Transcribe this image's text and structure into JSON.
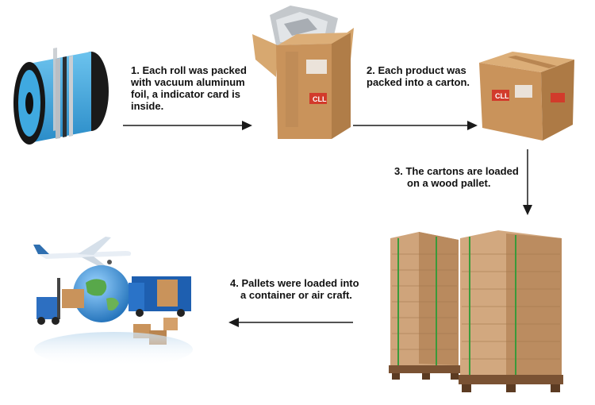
{
  "steps": {
    "s1": {
      "line1": "1. Each roll was packed",
      "line2": "with vacuum aluminum",
      "line3": "foil, a indicator card is",
      "line4": "inside."
    },
    "s2": {
      "line1": "2. Each product was",
      "line2": "packed into a carton."
    },
    "s3": {
      "line1": "3. The cartons are loaded",
      "line2": "on a wood pallet."
    },
    "s4": {
      "line1": "4. Pallets were loaded into",
      "line2": "a container or air craft."
    }
  },
  "images": {
    "roll": "blue-tape-roll",
    "open_carton": "open-carton-with-foil",
    "closed_carton": "sealed-carton",
    "pallets": "wrapped-pallets",
    "logistics": "globe-plane-truck-forklift"
  },
  "colors": {
    "arrow": "#1a1a1a",
    "roll_blue": "#3fa9e0",
    "carton": "#c9935b",
    "globe": "#2b8fd8"
  }
}
